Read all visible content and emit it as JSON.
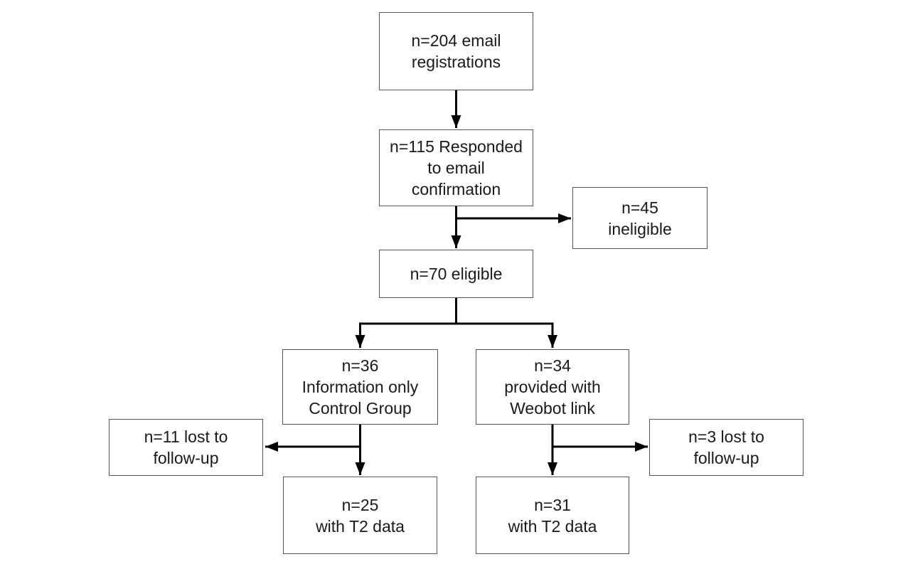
{
  "diagram": {
    "type": "flowchart",
    "background_color": "#ffffff",
    "box_border_color": "#555555",
    "arrow_color": "#000000",
    "text_color": "#1a1a1a",
    "nodes": {
      "registrations": {
        "label": "n=204 email\nregistrations",
        "n": 204
      },
      "responded": {
        "label": "n=115 Responded\nto email\nconfirmation",
        "n": 115
      },
      "ineligible": {
        "label": "n=45\nineligible",
        "n": 45
      },
      "eligible": {
        "label": "n=70 eligible",
        "n": 70
      },
      "control_group": {
        "label": "n=36\nInformation only\nControl Group",
        "n": 36
      },
      "weobot_group": {
        "label": "n=34\nprovided with\nWeobot link",
        "n": 34
      },
      "lost_control": {
        "label": "n=11 lost to\nfollow-up",
        "n": 11
      },
      "lost_weobot": {
        "label": "n=3 lost to\nfollow-up",
        "n": 3
      },
      "t2_control": {
        "label": "n=25\nwith T2 data",
        "n": 25
      },
      "t2_weobot": {
        "label": "n=31\nwith T2 data",
        "n": 31
      }
    },
    "edges": [
      {
        "from": "registrations",
        "to": "responded"
      },
      {
        "from": "responded",
        "to": "ineligible"
      },
      {
        "from": "responded",
        "to": "eligible"
      },
      {
        "from": "eligible",
        "to": "control_group"
      },
      {
        "from": "eligible",
        "to": "weobot_group"
      },
      {
        "from": "control_group",
        "to": "lost_control"
      },
      {
        "from": "control_group",
        "to": "t2_control"
      },
      {
        "from": "weobot_group",
        "to": "lost_weobot"
      },
      {
        "from": "weobot_group",
        "to": "t2_weobot"
      }
    ]
  }
}
